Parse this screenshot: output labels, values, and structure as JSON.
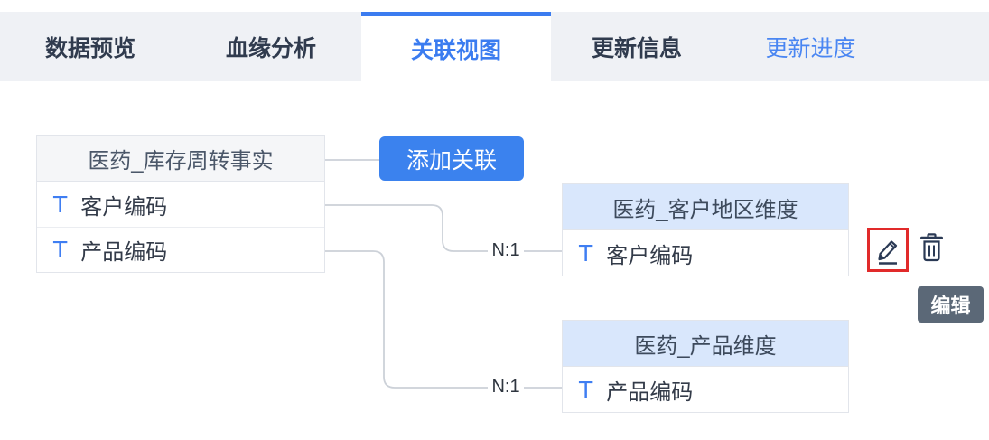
{
  "tabs": {
    "items": [
      {
        "label": "数据预览"
      },
      {
        "label": "血缘分析"
      },
      {
        "label": "关联视图"
      },
      {
        "label": "更新信息"
      },
      {
        "label": "更新进度"
      }
    ],
    "active": "关联视图"
  },
  "diagram": {
    "source_table": {
      "title": "医药_库存周转事实",
      "fields": [
        {
          "type": "T",
          "name": "客户编码"
        },
        {
          "type": "T",
          "name": "产品编码"
        }
      ]
    },
    "add_button_label": "添加关联",
    "targets": [
      {
        "cardinality": "N:1",
        "title": "医药_客户地区维度",
        "fields": [
          {
            "type": "T",
            "name": "客户编码"
          }
        ]
      },
      {
        "cardinality": "N:1",
        "title": "医药_产品维度",
        "fields": [
          {
            "type": "T",
            "name": "产品编码"
          }
        ]
      }
    ],
    "icons": {
      "edit": "pencil-icon",
      "delete": "trash-icon"
    },
    "edit_tooltip": "编辑"
  },
  "colors": {
    "accent_blue": "#3b7cf0",
    "button_blue": "#3b82ee",
    "link_blue": "#4a86f2",
    "target_header_blue": "#d9e7fc",
    "source_header_grey": "#f5f6f8",
    "tabbar_grey": "#eff1f5",
    "connector_grey": "#ccd1d8",
    "tooltip_slate": "#5b6877",
    "highlight_red": "#e12a2a"
  }
}
